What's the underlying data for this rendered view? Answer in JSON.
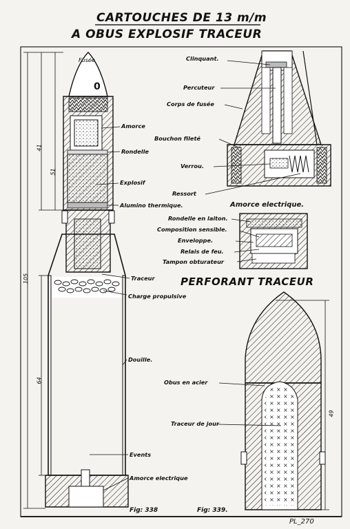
{
  "title_line1": "CARTOUCHES DE 13 m/m",
  "title_line2": "A OBUS EXPLOSIF TRACEUR",
  "subtitle_perforant": "PERFORANT TRACEUR",
  "labels_fig338": {
    "fusee": "Fusée",
    "fuse_mark": "0",
    "amorce": "Amorce",
    "rondelle": "Rondelle",
    "explosif": "Explosif",
    "alumino": "Alumino thermique.",
    "traceur": "Traceur",
    "charge": "Charge propulsive",
    "douille": "Douille.",
    "events": "Events",
    "amorce_elec": "Amorce electrique"
  },
  "labels_fuse": {
    "clinquant": "Clinquant.",
    "percuteur": "Percuteur",
    "corps": "Corps de fusée",
    "bouchon": "Bouchon fileté",
    "verrou": "Verrou.",
    "ressort": "Ressort"
  },
  "labels_amorce": {
    "heading": "Amorce electrique.",
    "rondelle_laiton": "Rondelle en laiton.",
    "composition": "Composition sensible.",
    "enveloppe": "Enveloppe.",
    "relais": "Relais de feu.",
    "tampon": "Tampon obturateur"
  },
  "labels_fig339": {
    "obus": "Obus en acier",
    "traceur_jour": "Traceur de jour"
  },
  "dimensions": {
    "d105": "105",
    "d41": "41",
    "d51": "51",
    "d64": "64",
    "d49": "49"
  },
  "fig338": "Fig: 338",
  "fig339": "Fig: 339.",
  "plate": "PL_270"
}
